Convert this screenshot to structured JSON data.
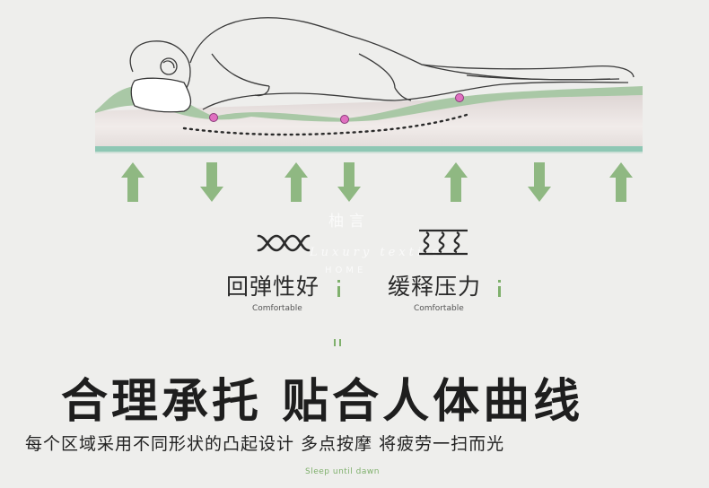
{
  "watermark": {
    "brand_cn": "柚言",
    "brand_en": "Luxury textile",
    "home": "HOME"
  },
  "features": [
    {
      "title": "回弹性好",
      "subtitle": "Comfortable",
      "icon": "wave-spring-icon"
    },
    {
      "title": "缓释压力",
      "subtitle": "Comfortable",
      "icon": "coil-spring-icon"
    }
  ],
  "headline": "合理承托 贴合人体曲线",
  "subline": "每个区域采用不同形状的凸起设计 多点按摩 将疲劳一扫而光",
  "footer_tag": "Sleep until dawn",
  "colors": {
    "background": "#eeeeec",
    "arrow_green": "#8fb882",
    "mattress_green": "#a9c8a6",
    "pressure_point": "#e070c0",
    "accent_green": "#7fb06c"
  },
  "arrows": [
    "up",
    "down",
    "up",
    "down",
    "up",
    "down",
    "up"
  ]
}
